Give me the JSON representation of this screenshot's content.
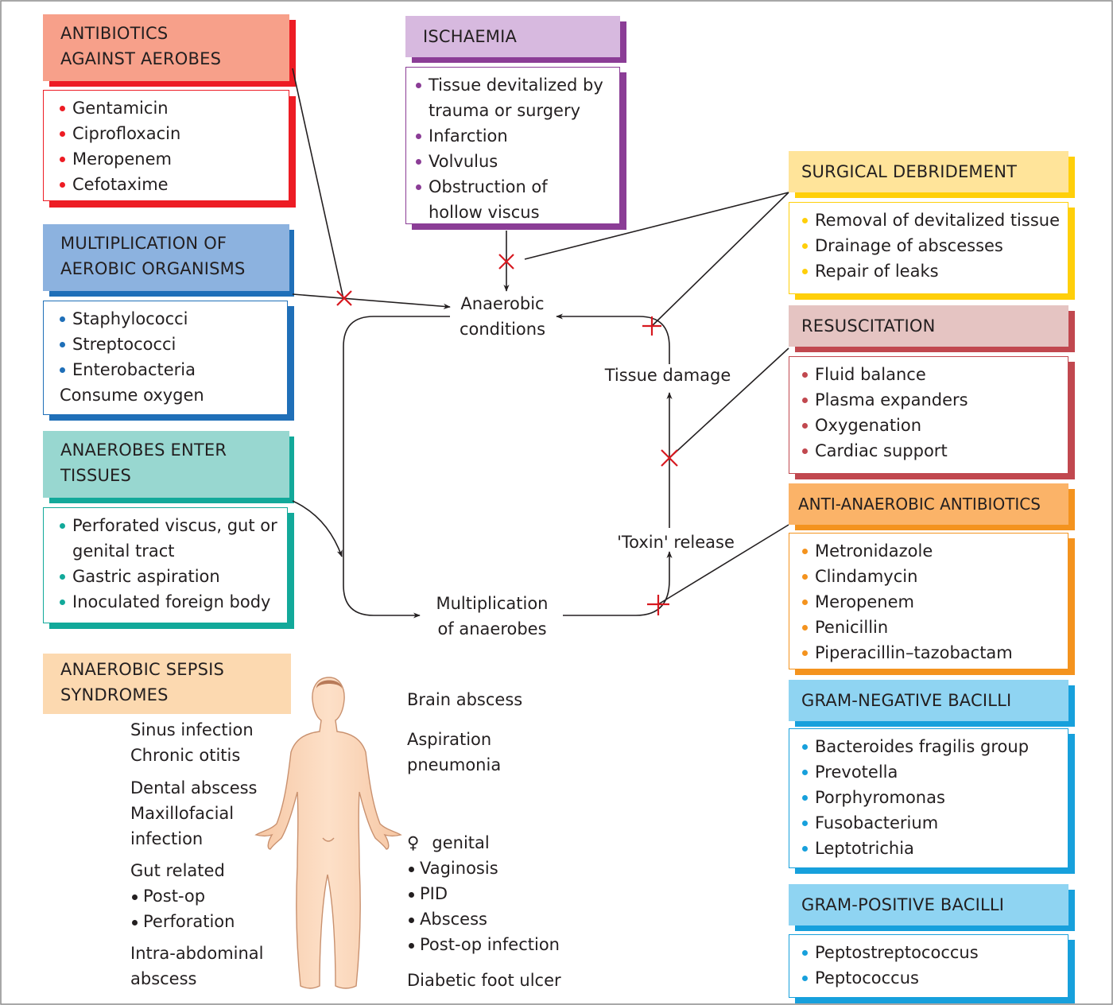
{
  "colors": {
    "red": "#ed1c24",
    "red_header": "#f7a08a",
    "blue": "#1f6fb8",
    "blue_header": "#8cb2df",
    "teal": "#12a99a",
    "teal_header": "#98d7d0",
    "purple": "#8b3d96",
    "purple_header": "#d7b9df",
    "yellow": "#ffcf0a",
    "yellow_header": "#ffe49a",
    "rose": "#c1484f",
    "rose_header": "#e5c4c2",
    "orange": "#f4931e",
    "orange_header": "#fbb368",
    "sand": "#f8c98e",
    "sand_header": "#fcd9b0",
    "sky": "#17a0dc",
    "sky_header": "#8fd4f2",
    "cross": "#d71920"
  },
  "boxes": {
    "antibiotics_aerobes": {
      "title": [
        "ANTIBIOTICS",
        "AGAINST AEROBES"
      ],
      "items": [
        "Gentamicin",
        "Ciprofloxacin",
        "Meropenem",
        "Cefotaxime"
      ]
    },
    "aerobic_multiplication": {
      "title": [
        "MULTIPLICATION OF",
        "AEROBIC ORGANISMS"
      ],
      "items": [
        "Staphylococci",
        "Streptococci",
        "Enterobacteria"
      ],
      "note": "Consume oxygen"
    },
    "anaerobes_enter": {
      "title": [
        "ANAEROBES ENTER",
        "TISSUES"
      ],
      "items": [
        "Perforated viscus, gut or genital tract",
        "Gastric aspiration",
        "Inoculated foreign body"
      ]
    },
    "sepsis_syndromes": {
      "title": [
        "ANAEROBIC SEPSIS",
        "SYNDROMES"
      ]
    },
    "ischaemia": {
      "title": "ISCHAEMIA",
      "items": [
        "Tissue devitalized by trauma or surgery",
        "Infarction",
        "Volvulus",
        "Obstruction of hollow viscus"
      ]
    },
    "surgical_debridement": {
      "title": "SURGICAL DEBRIDEMENT",
      "items": [
        "Removal of devitalized tissue",
        "Drainage of abscesses",
        "Repair of leaks"
      ]
    },
    "resuscitation": {
      "title": "RESUSCITATION",
      "items": [
        "Fluid balance",
        "Plasma expanders",
        "Oxygenation",
        "Cardiac support"
      ]
    },
    "anti_anaerobic": {
      "title": "ANTI-ANAEROBIC ANTIBIOTICS",
      "items": [
        "Metronidazole",
        "Clindamycin",
        "Meropenem",
        "Penicillin",
        "Piperacillin–tazobactam"
      ]
    },
    "gram_negative": {
      "title": "GRAM-NEGATIVE BACILLI",
      "items": [
        "Bacteroides fragilis group",
        "Prevotella",
        "Porphyromonas",
        "Fusobacterium",
        "Leptotrichia"
      ]
    },
    "gram_positive": {
      "title": "GRAM-POSITIVE BACILLI",
      "items": [
        "Peptostreptococcus",
        "Peptococcus"
      ]
    }
  },
  "cycle": {
    "anaerobic_conditions": [
      "Anaerobic",
      "conditions"
    ],
    "multiplication_anaerobes": [
      "Multiplication",
      "of anaerobes"
    ],
    "toxin_release": "'Toxin' release",
    "tissue_damage": "Tissue damage"
  },
  "body_sites": {
    "left": {
      "sinus": [
        "Sinus infection",
        "Chronic otitis"
      ],
      "dental": [
        "Dental abscess",
        "Maxillofacial",
        "infection"
      ],
      "gut_title": "Gut related",
      "gut_items": [
        "Post-op",
        "Perforation"
      ],
      "intra": [
        "Intra-abdominal",
        "abscess"
      ]
    },
    "right": {
      "brain": "Brain abscess",
      "aspiration": [
        "Aspiration",
        "pneumonia"
      ],
      "genital_symbol": "♀",
      "genital_title": "genital",
      "genital_items": [
        "Vaginosis",
        "PID",
        "Abscess",
        "Post-op infection"
      ],
      "diabetic": "Diabetic foot ulcer"
    }
  }
}
